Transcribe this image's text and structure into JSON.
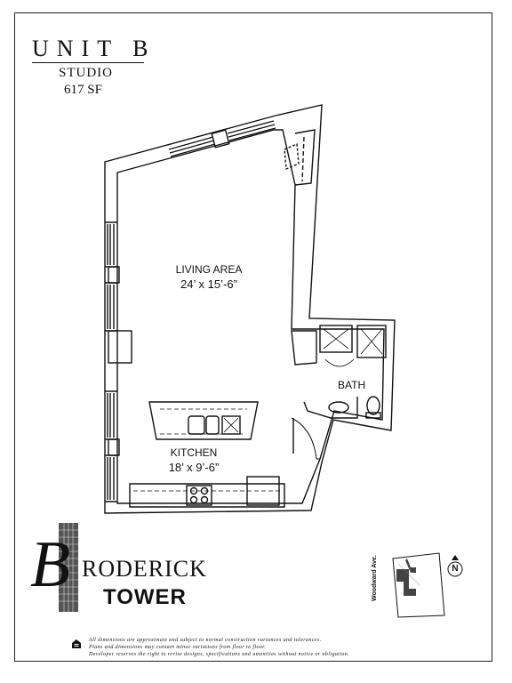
{
  "header": {
    "unit": "UNIT B",
    "type": "STUDIO",
    "area": "617 SF"
  },
  "rooms": {
    "living": {
      "name": "LIVING AREA",
      "size": "24’ x 15’-6”"
    },
    "kitchen": {
      "name": "KITCHEN",
      "size": "18’ x 9’-6”"
    },
    "bath": {
      "name": "BATH"
    }
  },
  "logo": {
    "initial": "B",
    "rest": "RODERICK",
    "second": "TOWER"
  },
  "key_map": {
    "street": "Woodward Ave.",
    "north": "N"
  },
  "disclaimer": [
    "All dimensions are approximate and subject to normal construction variances and tolerances.",
    "Plans and dimensions may contain minor variations from floor to floor.",
    "Developer reserves the right to revise designs, specifications and amenities without notice or obligation."
  ],
  "icons": [
    "equal-housing-icon",
    "compass-north-icon"
  ]
}
